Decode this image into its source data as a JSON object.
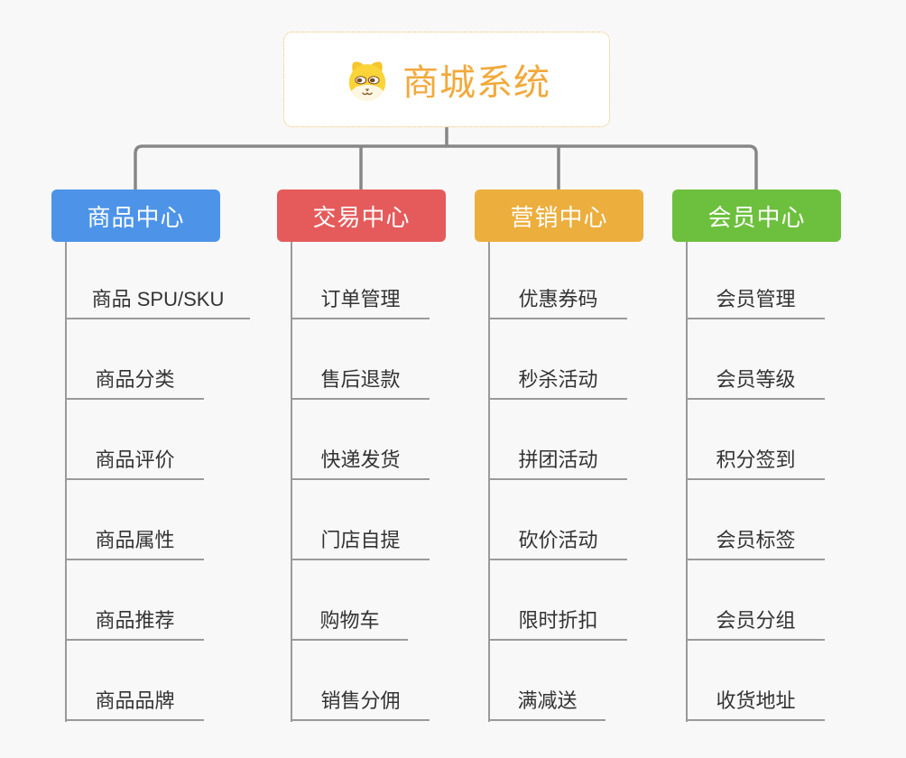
{
  "page": {
    "background": "#f8f8f8"
  },
  "root": {
    "label": "商城系统",
    "icon": "dog-face",
    "accent_color": "#f2a93b",
    "border_color": "#f0bd6a"
  },
  "connectors": {
    "main_color": "#878787",
    "child_color": "#9a9a9a"
  },
  "branches": [
    {
      "label": "商品中心",
      "color": "#4d94e9",
      "children": [
        "商品 SPU/SKU",
        "商品分类",
        "商品评价",
        "商品属性",
        "商品推荐",
        "商品品牌"
      ]
    },
    {
      "label": "交易中心",
      "color": "#e55b5b",
      "children": [
        "订单管理",
        "售后退款",
        "快递发货",
        "门店自提",
        "购物车",
        "销售分佣"
      ]
    },
    {
      "label": "营销中心",
      "color": "#ecae3c",
      "children": [
        "优惠券码",
        "秒杀活动",
        "拼团活动",
        "砍价活动",
        "限时折扣",
        "满减送"
      ]
    },
    {
      "label": "会员中心",
      "color": "#6dc03d",
      "children": [
        "会员管理",
        "会员等级",
        "积分签到",
        "会员标签",
        "会员分组",
        "收货地址"
      ]
    }
  ]
}
